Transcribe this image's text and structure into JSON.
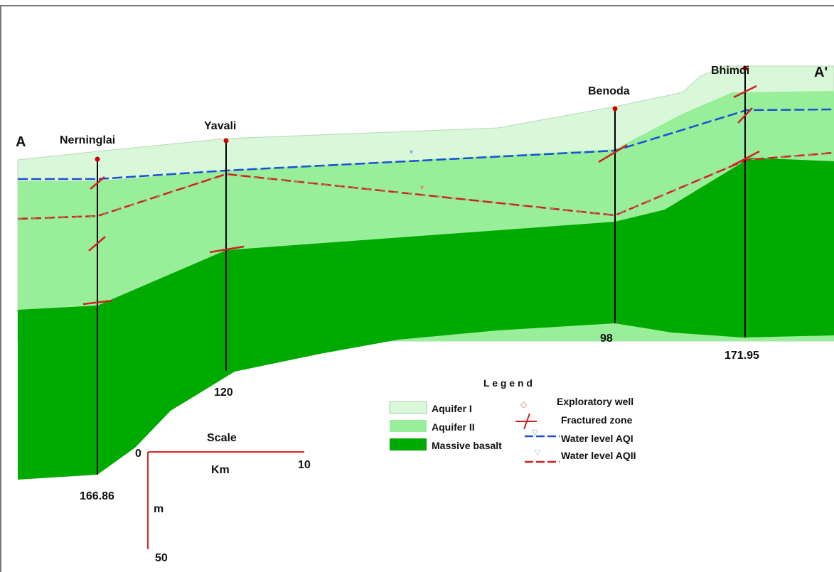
{
  "section": {
    "start_label": "A",
    "end_label": "A'"
  },
  "wells": [
    {
      "name": "Nerninglai",
      "depth_label": "166.86"
    },
    {
      "name": "Yavali",
      "depth_label": "120"
    },
    {
      "name": "Benoda",
      "depth_label": "98"
    },
    {
      "name": "Bhimdi",
      "depth_label": "171.95"
    }
  ],
  "legend": {
    "title": "L e g e n d",
    "layers": [
      {
        "label": "Aquifer I",
        "color": "#d9f7d9"
      },
      {
        "label": "Aquifer II",
        "color": "#99ee99"
      },
      {
        "label": "Massive basalt",
        "color": "#00aa00"
      }
    ],
    "symbols": [
      {
        "label": "Exploratory well",
        "icon": "well-marker-icon"
      },
      {
        "label": "Fractured zone",
        "icon": "fracture-cross-icon"
      },
      {
        "label": "Water level AQI",
        "icon": "blue-dashed-line-icon"
      },
      {
        "label": "Water level AQII",
        "icon": "red-dashed-line-icon"
      }
    ]
  },
  "scale": {
    "title": "Scale",
    "h_start": "0",
    "h_end": "10",
    "h_unit": "Km",
    "v_unit": "m",
    "v_end": "50"
  },
  "colors": {
    "aquifer_1": "#d9f7d9",
    "aquifer_2": "#99ee99",
    "massive_basalt": "#00aa00",
    "water_level_aq1": "#1a4fd6",
    "water_level_aq2": "#cc2222",
    "scale_bar": "#dd2222",
    "well_marker": "#cc0000"
  }
}
